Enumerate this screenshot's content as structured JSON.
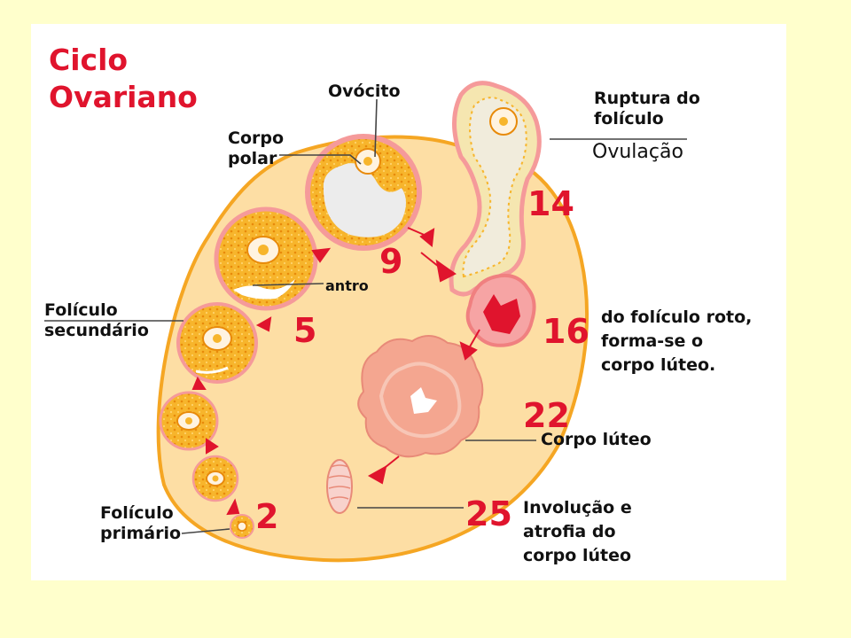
{
  "title": {
    "line1": "Ciclo",
    "line2": "Ovariano"
  },
  "labels": {
    "ovocito": "Ovócito",
    "corpo_polar_1": "Corpo",
    "corpo_polar_2": "polar",
    "ruptura_1": "Ruptura do",
    "ruptura_2": "folículo",
    "ovulacao": "Ovulação",
    "antro": "antro",
    "foliculo_secundario_1": "Folículo",
    "foliculo_secundario_2": "secundário",
    "foliculo_primario_1": "Folículo",
    "foliculo_primario_2": "primário",
    "roto_1": "do folículo roto,",
    "roto_2": "forma-se o",
    "roto_3": "corpo lúteo.",
    "corpo_luteo": "Corpo lúteo",
    "involucao_1": "Involução e",
    "involucao_2": "atrofia do",
    "involucao_3": "corpo lúteo"
  },
  "days": {
    "d2": "2",
    "d5": "5",
    "d9": "9",
    "d14": "14",
    "d16": "16",
    "d22": "22",
    "d25": "25"
  },
  "colors": {
    "ovary": "#FDDEA4",
    "ovary_edge": "#F5A623",
    "follicle": "#F7B52C",
    "day_number": "#E0142D",
    "arrow": "#E0142D",
    "corpus_luteum": "#F4A690",
    "page_bg": "#FFFFCC"
  }
}
